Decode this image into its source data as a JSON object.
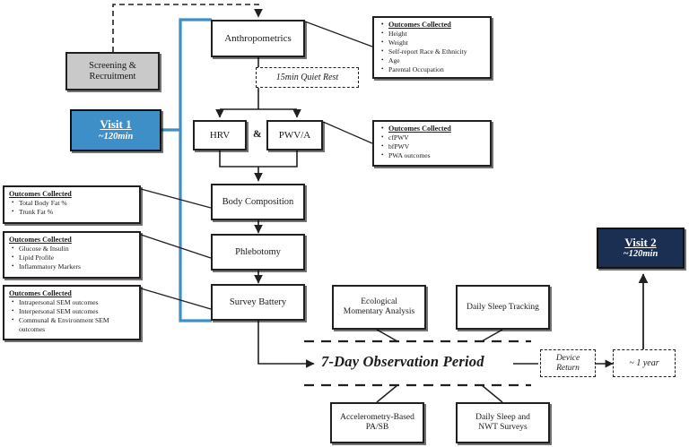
{
  "title": "Study Protocol Flow Diagram",
  "colors": {
    "visit1_fill": "#3e8ec7",
    "visit2_fill": "#1b2f52",
    "screening_fill": "#c9c9c9",
    "bracket_blue": "#3e8ec7",
    "line": "#231f20"
  },
  "nodes": {
    "screening": "Screening &\nRecruitment",
    "screening_line1": "Screening &",
    "screening_line2": "Recruitment",
    "visit1_title": "Visit 1",
    "visit1_sub": "~120min",
    "visit2_title": "Visit 2",
    "visit2_sub": "~120min",
    "anthropometrics": "Anthropometrics",
    "quiet_rest": "15min Quiet Rest",
    "hrv": "HRV",
    "ampersand": "&",
    "pwva": "PWV/A",
    "body_composition": "Body Composition",
    "phlebotomy": "Phlebotomy",
    "survey_battery": "Survey Battery",
    "ema_line1": "Ecological",
    "ema_line2": "Momentary Analysis",
    "sleep_tracking": "Daily Sleep Tracking",
    "observation_period": "7-Day Observation Period",
    "device_return_line1": "Device",
    "device_return_line2": "Return",
    "one_year": "~ 1 year",
    "accel_line1": "Accelerometry-Based",
    "accel_line2": "PA/SB",
    "nwt_line1": "Daily Sleep and",
    "nwt_line2": "NWT Surveys"
  },
  "outcomes": {
    "header": "Outcomes Collected",
    "anthro": {
      "header": "Outcomes Collected",
      "items": [
        "Height",
        "Weight",
        "Self-report Race & Ethnicity",
        "Age",
        "Parental Occupation"
      ]
    },
    "vascular": {
      "header": "Outcomes Collected",
      "items": [
        "cfPWV",
        "bfPWV",
        "PWA outcomes"
      ]
    },
    "body_comp": {
      "header": "Outcomes Collected",
      "items": [
        "Total Body Fat %",
        "Trunk Fat %"
      ]
    },
    "blood": {
      "header": "Outcomes Collected",
      "items": [
        "Glucose & Insulin",
        "Lipid Profile",
        "Inflammatory Markers"
      ]
    },
    "survey": {
      "header": "Outcomes Collected",
      "items": [
        "Intrapersonal SEM outcomes",
        "Interpersonal SEM outcomes",
        "Communal & Environment SEM outcomes"
      ]
    }
  }
}
